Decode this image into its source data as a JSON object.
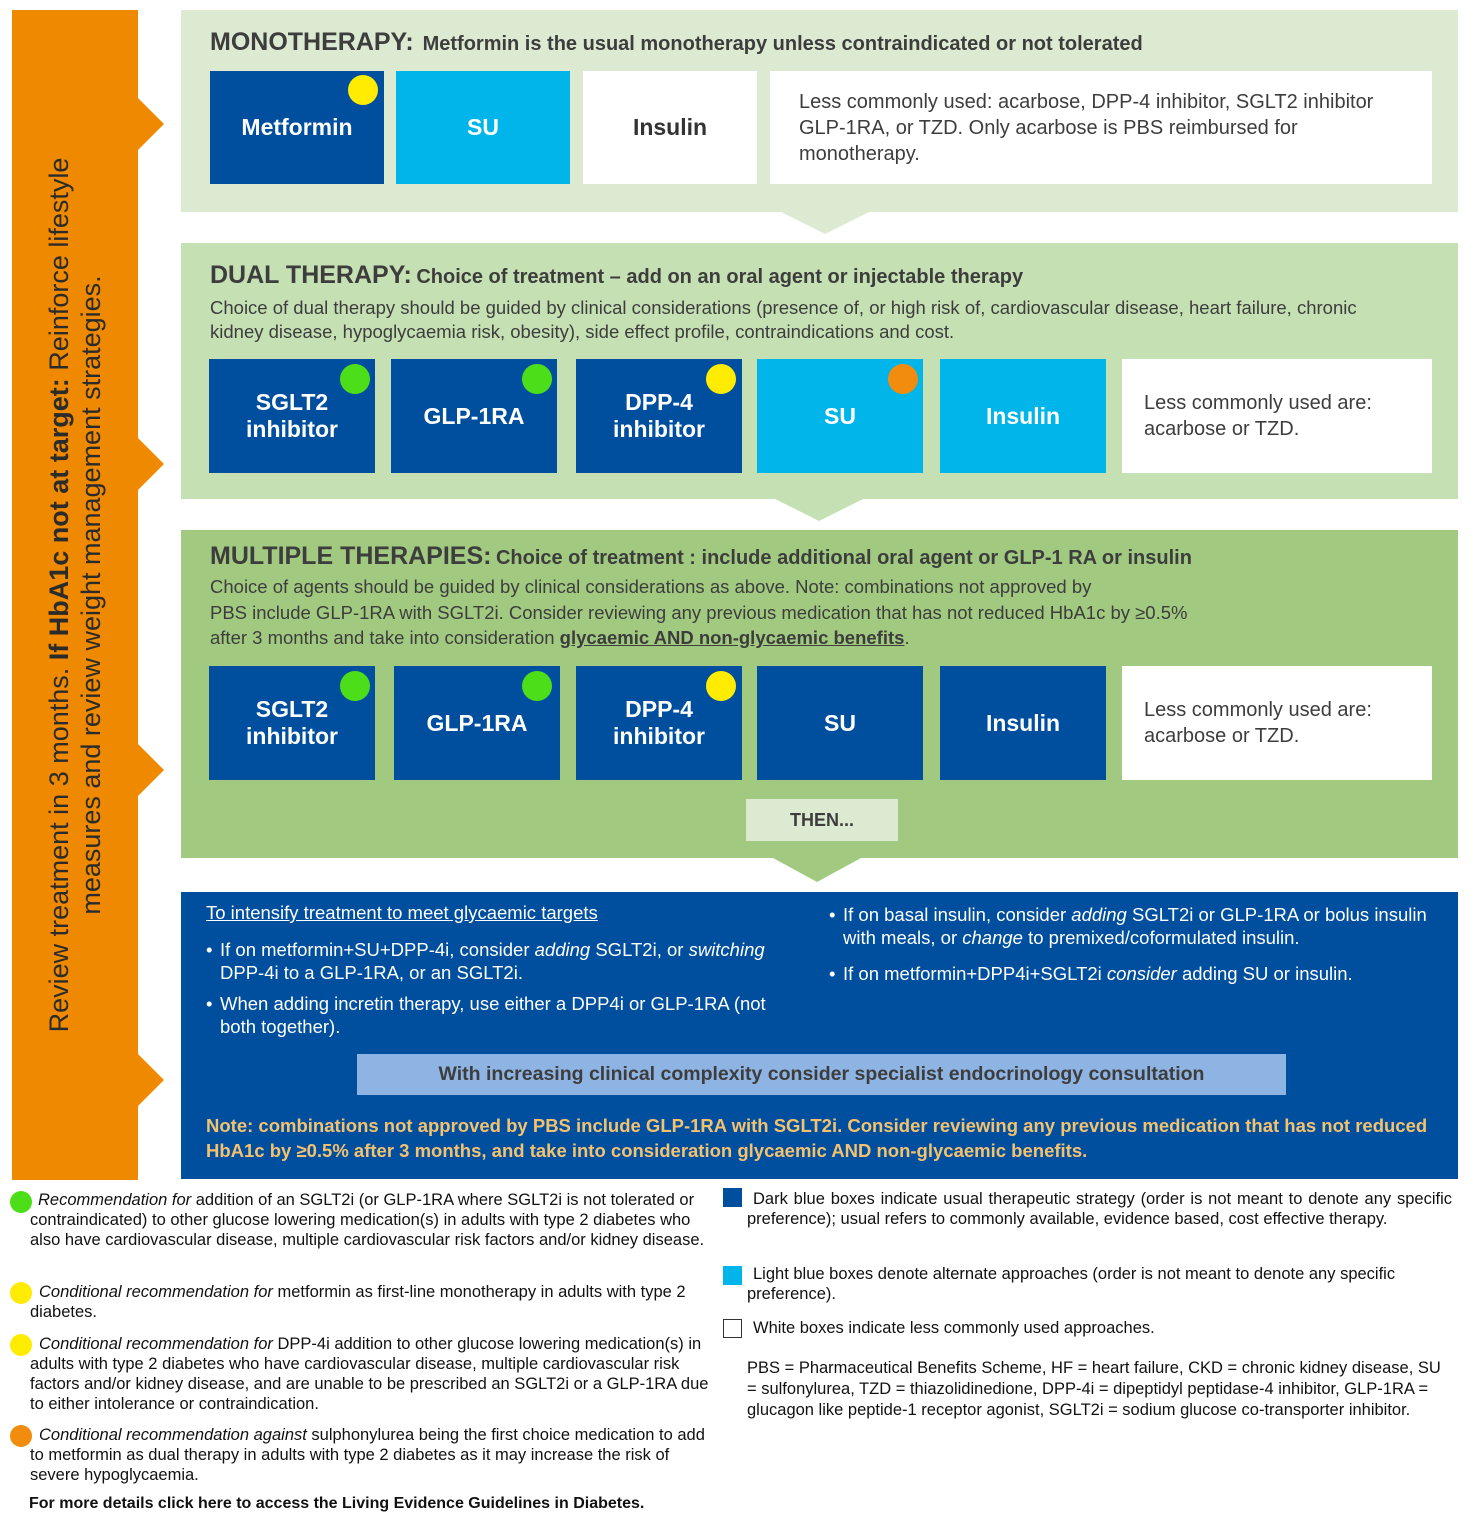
{
  "review": {
    "prefix": "Review treatment in 3 months.",
    "bold": "If HbA1c not at target:",
    "suffix": "Reinforce lifestyle measures and review weight management strategies."
  },
  "monotherapy": {
    "title": "MONOTHERAPY:",
    "subtitle": "Metformin is the usual monotherapy unless contraindicated or not tolerated",
    "boxes": [
      "Metformin",
      "SU",
      "Insulin"
    ],
    "note": "Less commonly used: acarbose, DPP-4 inhibitor, SGLT2 inhibitor GLP-1RA, or TZD. Only acarbose is PBS reimbursed for monotherapy."
  },
  "dual": {
    "title": "DUAL THERAPY:",
    "subtitle": "Choice of treatment – add on an oral agent or injectable therapy",
    "description": "Choice of dual therapy should be guided by clinical considerations (presence of, or high risk of, cardiovascular disease, heart failure, chronic kidney disease, hypoglycaemia risk, obesity), side effect profile, contraindications and cost.",
    "boxes": [
      "SGLT2 inhibitor",
      "GLP-1RA",
      "DPP-4 inhibitor",
      "SU",
      "Insulin"
    ],
    "note": "Less commonly used are: acarbose or TZD."
  },
  "multiple": {
    "title": "MULTIPLE THERAPIES:",
    "subtitle": "Choice of treatment : include additional oral agent or GLP-1 RA or insulin",
    "description_line1": "Choice of agents should be guided by clinical considerations as above. Note: combinations not approved by",
    "description_line2": "PBS include GLP-1RA with SGLT2i. Consider reviewing any previous medication that has not reduced HbA1c by ≥0.5%",
    "description_line3": "after 3 months and take into consideration",
    "description_emph": "glycaemic AND non-glycaemic benefits",
    "description_end": ".",
    "boxes": [
      "SGLT2 inhibitor",
      "GLP-1RA",
      "DPP-4 inhibitor",
      "SU",
      "Insulin"
    ],
    "note": "Less commonly used are: acarbose or TZD.",
    "then": "THEN..."
  },
  "intensify": {
    "heading": "To intensify treatment to meet glycaemic targets",
    "b1_a": "If on metformin+SU+DPP-4i, consider ",
    "b1_b": "adding",
    "b1_c": " SGLT2i, or ",
    "b1_d": "switching",
    "b1_e": " DPP-4i to a GLP-1RA, or an SGLT2i.",
    "b2": "When adding incretin therapy, use either a DPP4i or GLP-1RA (not both together).",
    "b3_a": "If on basal insulin, consider ",
    "b3_b": "adding",
    "b3_c": " SGLT2i or GLP-1RA or bolus insulin with meals, or ",
    "b3_d": "change",
    "b3_e": " to premixed/coformulated insulin.",
    "b4_a": "If on metformin+DPP4i+SGLT2i ",
    "b4_b": "consider",
    "b4_c": " adding SU or insulin.",
    "specialist": "With increasing clinical complexity consider specialist endocrinology consultation",
    "note": "Note: combinations not approved by PBS include GLP-1RA with SGLT2i. Consider reviewing any previous medication that has not reduced HbA1c by ≥0.5% after 3 months, and take into consideration glycaemic AND non-glycaemic benefits."
  },
  "legend": {
    "green_em": "Recommendation for",
    "green_text": " addition of an SGLT2i (or GLP-1RA where SGLT2i is not tolerated or contraindicated) to other glucose lowering medication(s) in adults with type 2 diabetes who also have cardiovascular disease, multiple cardiovascular risk factors and/or kidney disease.",
    "yellow1_em": "Conditional recommendation for",
    "yellow1_text": " metformin as first-line monotherapy in adults with type 2 diabetes.",
    "yellow2_em": "Conditional recommendation for",
    "yellow2_text": " DPP-4i addition to other glucose lowering medication(s) in adults with type 2 diabetes who have cardiovascular disease, multiple cardiovascular risk factors and/or kidney disease, and are unable to be prescribed an SGLT2i or a GLP-1RA due to either intolerance or contraindication.",
    "orange_em": "Conditional recommendation against",
    "orange_text": " sulphonylurea being the first choice medication to add to metformin as dual therapy in adults with type 2 diabetes as it may increase the risk of severe hypoglycaemia.",
    "dark_blue": "Dark blue boxes indicate usual therapeutic strategy (order is not meant to denote any specific preference); usual refers to commonly available, evidence based, cost effective therapy.",
    "light_blue": "Light blue boxes denote alternate approaches (order is not meant to denote any specific preference).",
    "white": "White boxes indicate less commonly used approaches.",
    "abbrev": "PBS = Pharmaceutical Benefits Scheme, HF = heart failure, CKD = chronic kidney disease, SU = sulfonylurea, TZD = thiazolidinedione, DPP-4i = dipeptidyl peptidase-4 inhibitor, GLP-1RA = glucagon like peptide-1 receptor agonist, SGLT2i = sodium glucose co-transporter inhibitor.",
    "footer": "For more details click here to access the Living Evidence Guidelines in Diabetes."
  },
  "colors": {
    "orange_bar": "#ef8a00",
    "dark_blue": "#004f9f",
    "light_blue": "#00b5e9",
    "mono_green": "#dbead1",
    "dual_green": "#c5e0b3",
    "multi_green": "#a1ca80"
  }
}
